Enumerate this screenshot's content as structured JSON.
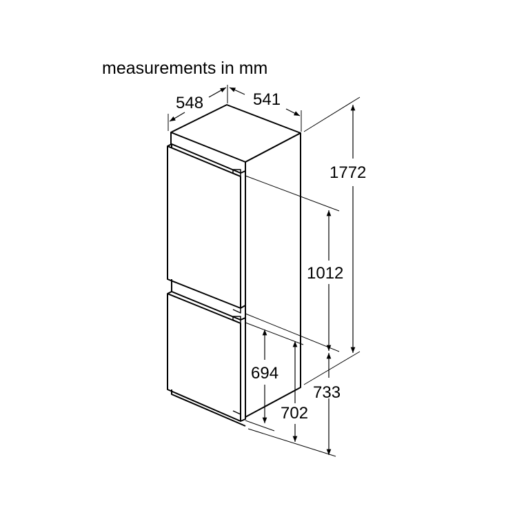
{
  "title": "measurements in mm",
  "dimensions": {
    "depth": "548",
    "width": "541",
    "height": "1772",
    "upper_section": "1012",
    "niche_lower_1": "694",
    "niche_lower_2": "702",
    "lower_section": "733"
  },
  "colors": {
    "line": "#000000",
    "dim_line": "#7a7a7a",
    "background": "#ffffff"
  }
}
